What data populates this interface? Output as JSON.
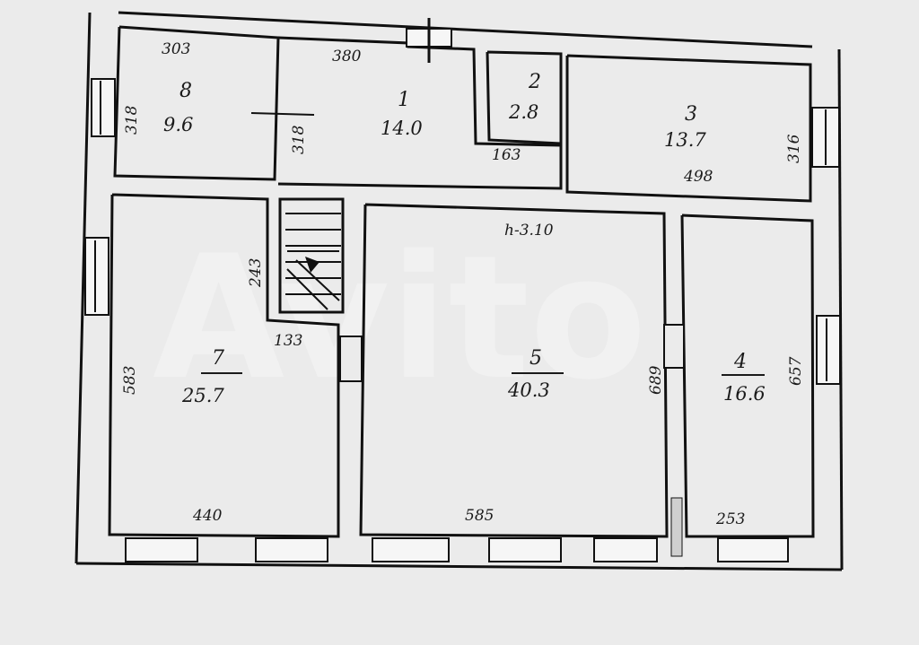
{
  "rooms": [
    {
      "id": "8",
      "number": "8",
      "area": "9.6",
      "width": "303",
      "height": "318"
    },
    {
      "id": "1",
      "number": "1",
      "area": "14.0",
      "width": "380",
      "height": "318"
    },
    {
      "id": "2",
      "number": "2",
      "area": "2.8",
      "width": "163"
    },
    {
      "id": "3",
      "number": "3",
      "area": "13.7",
      "width": "498",
      "height": "316"
    },
    {
      "id": "7",
      "number": "7",
      "area": "25.7",
      "width": "440",
      "height": "583"
    },
    {
      "id": "5",
      "number": "5",
      "area": "40.3",
      "width": "585",
      "height": "689"
    },
    {
      "id": "4",
      "number": "4",
      "area": "16.6",
      "width": "253",
      "height": "657"
    }
  ],
  "stair": {
    "width": "133",
    "height": "243"
  },
  "ceiling_height": "h-3.10",
  "watermark": "Avito"
}
